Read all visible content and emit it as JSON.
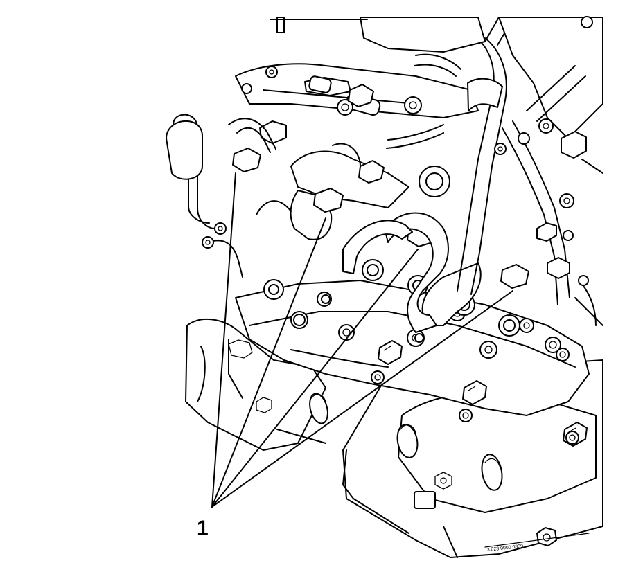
{
  "figure": {
    "callout": {
      "label": "1",
      "target_count": 4
    },
    "footer_code": "3.023 0000 0839"
  }
}
